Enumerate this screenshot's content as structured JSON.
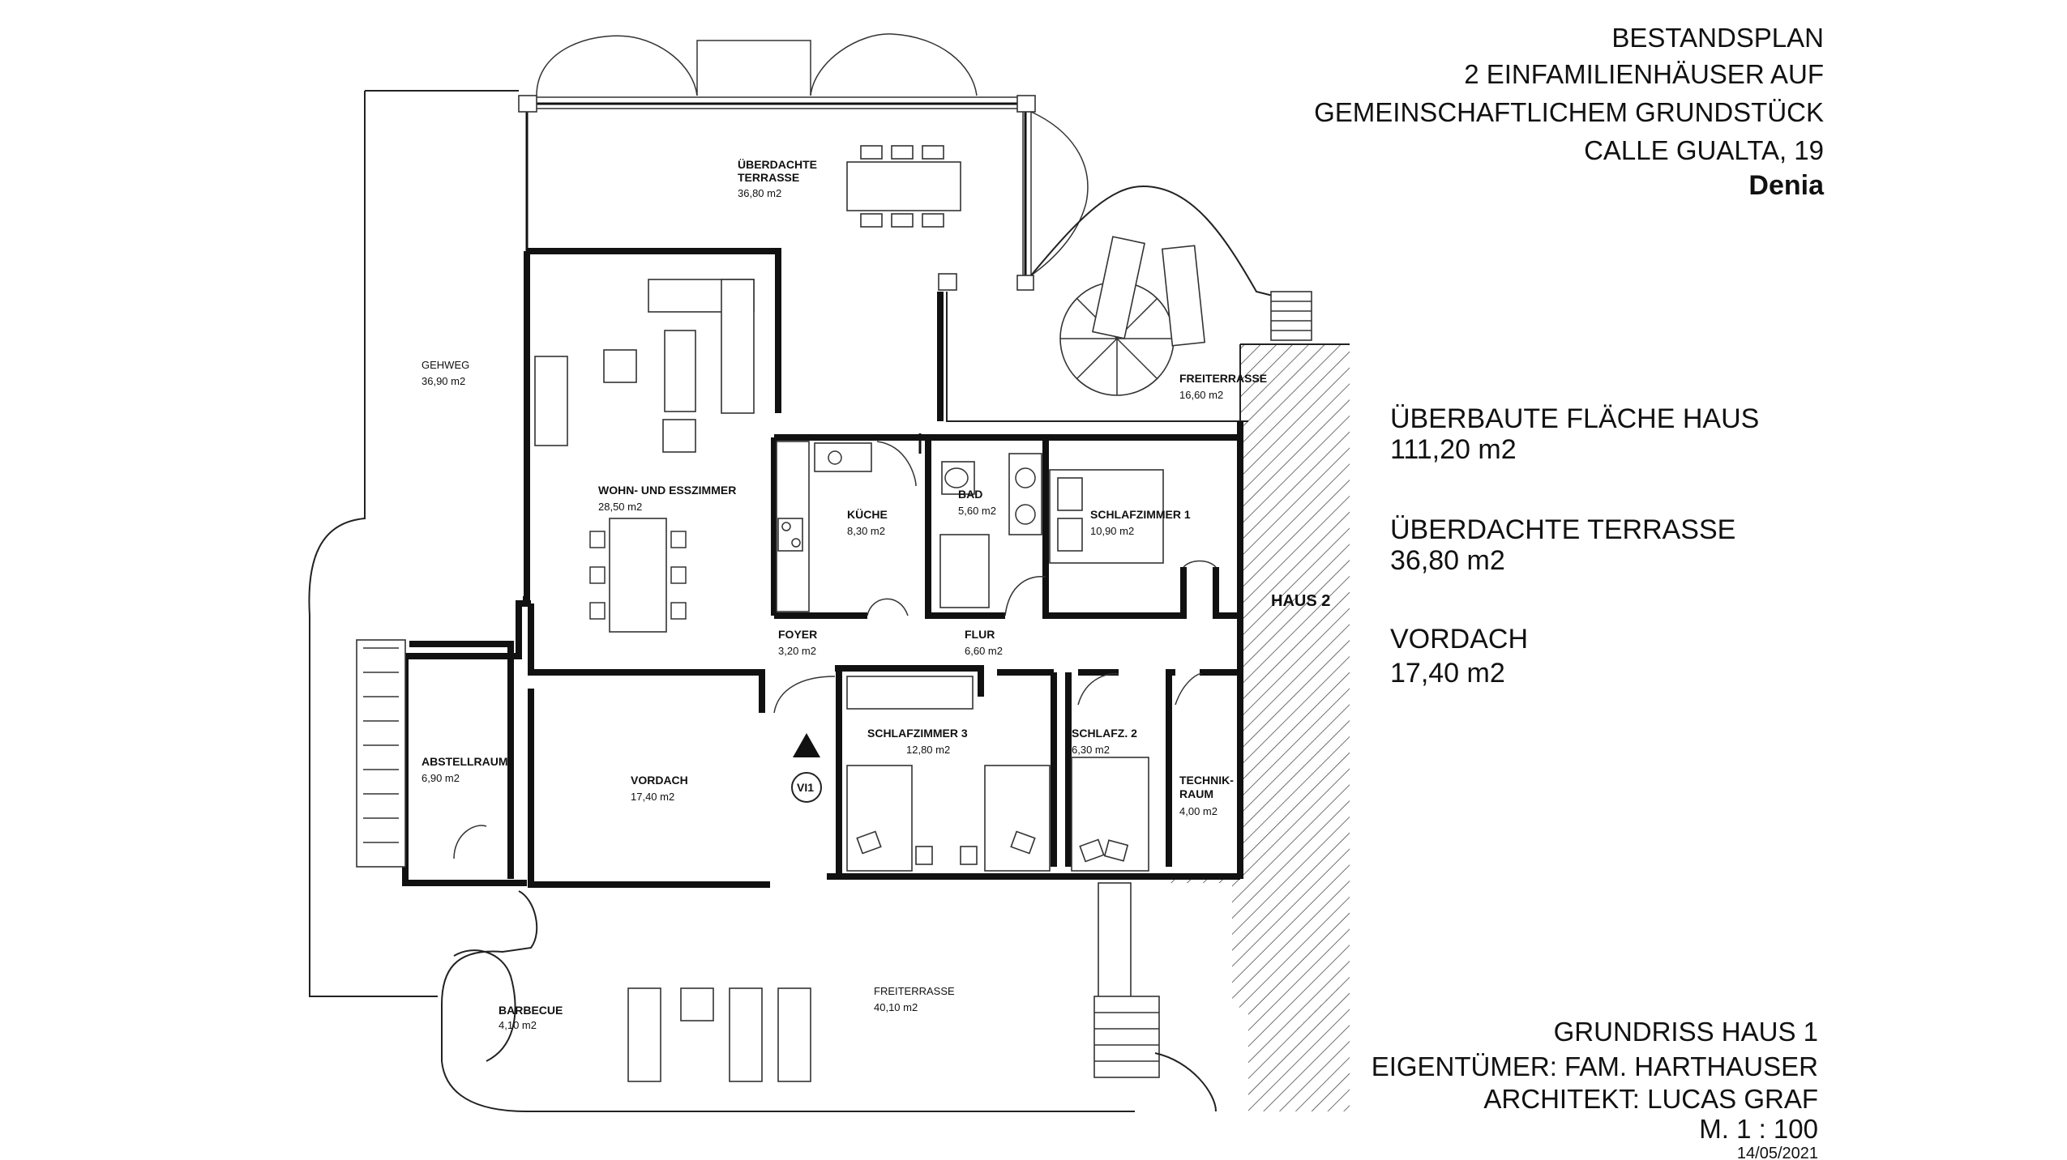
{
  "title_block": {
    "line1": "BESTANDSPLAN",
    "line2": "2 EINFAMILIENHÄUSER AUF",
    "line3": "GEMEINSCHAFTLICHEM GRUNDSTÜCK",
    "line4": "CALLE GUALTA, 19",
    "line5": "Denia"
  },
  "areas_summary": {
    "item1_label": "ÜBERBAUTE FLÄCHE HAUS",
    "item1_value": "111,20 m2",
    "item2_label": "ÜBERDACHTE TERRASSE",
    "item2_value": "36,80 m2",
    "item3_label": "VORDACH",
    "item3_value": "17,40 m2"
  },
  "footer": {
    "plan_name": "GRUNDRISS HAUS 1",
    "owner": "EIGENTÜMER: FAM. HARTHAUSER",
    "architect": "ARCHITEKT: LUCAS GRAF",
    "scale": "M. 1 : 100",
    "date": "14/05/2021"
  },
  "neighbor_label": "HAUS 2",
  "marker_label": "VI1",
  "rooms": {
    "terrace_covered": {
      "name1": "ÜBERDACHTE",
      "name2": "TERRASSE",
      "area": "36,80 m2"
    },
    "gehweg": {
      "name": "GEHWEG",
      "area": "36,90 m2"
    },
    "freiterrasse_top": {
      "name": "FREITERRASSE",
      "area": "16,60 m2"
    },
    "wohn": {
      "name": "WOHN- UND ESSZIMMER",
      "area": "28,50 m2"
    },
    "kueche": {
      "name": "KÜCHE",
      "area": "8,30 m2"
    },
    "bad": {
      "name": "BAD",
      "area": "5,60 m2"
    },
    "schlaf1": {
      "name": "SCHLAFZIMMER 1",
      "area": "10,90 m2"
    },
    "foyer": {
      "name": "FOYER",
      "area": "3,20 m2"
    },
    "flur": {
      "name": "FLUR",
      "area": "6,60 m2"
    },
    "abstell": {
      "name": "ABSTELLRAUM",
      "area": "6,90 m2"
    },
    "vordach": {
      "name": "VORDACH",
      "area": "17,40 m2"
    },
    "schlaf3": {
      "name": "SCHLAFZIMMER 3",
      "area": "12,80 m2"
    },
    "schlaf2": {
      "name": "SCHLAFZ. 2",
      "area": "6,30 m2"
    },
    "technik": {
      "name1": "TECHNIK-",
      "name2": "RAUM",
      "area": "4,00 m2"
    },
    "barbecue": {
      "name": "BARBECUE",
      "area": "4,10 m2"
    },
    "freiterrasse_bottom": {
      "name": "FREITERRASSE",
      "area": "40,10 m2"
    }
  }
}
